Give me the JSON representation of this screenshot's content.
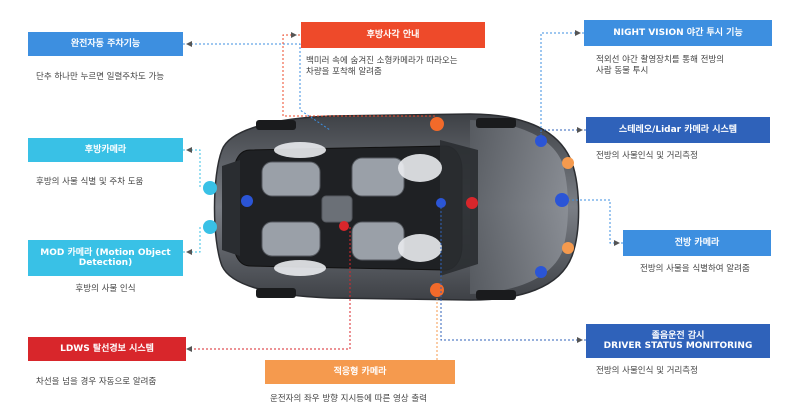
{
  "features": {
    "auto_parking": {
      "label": "완전자동 주차기능",
      "desc": "단추 하나만 누르면 일렬주차도 가능"
    },
    "rear_camera": {
      "label": "후방카메라",
      "desc": "후방의 사물 식별 및 주차 도움"
    },
    "mod_camera": {
      "label": "MOD 카메라 (Motion Object\nDetection)",
      "desc": "후방의 사물 인식"
    },
    "ldws": {
      "label": "LDWS 탈선경보 시스템",
      "desc": "차선을 넘을 경우 자동으로 알려줌"
    },
    "rear_blindspot": {
      "label": "후방사각 안내",
      "desc": "백미러 속에 숨겨진 소형카메라가 따라오는\n차량을 포착해 알려줌"
    },
    "adaptive_camera": {
      "label": "적응형 카메라",
      "desc": "운전자의 좌우 방향 지시등에 따른 영상 출력"
    },
    "night_vision": {
      "label": "NIGHT VISION 야간 투시 기능",
      "desc": "적외선 야간 촬영장치를 통해 전방의\n사람 동물 투시"
    },
    "stereo_lidar": {
      "label": "스테레오/Lidar 카메라 시스템",
      "desc": "전방의 사물인식 및 거리측정"
    },
    "front_camera": {
      "label": "전방 카메라",
      "desc": "전방의 사물을 식별하여 알려줌"
    },
    "driver_monitoring": {
      "label": "졸음운전 감시\nDRIVER STATUS MONITORING",
      "desc": "전방의 사물인식 및 거리측정"
    }
  },
  "colors": {
    "blue": "#3d8fe0",
    "cyan": "#39c1e6",
    "red": "#d8262b",
    "orange": "#f59a4e",
    "orange_red": "#ee4a2a",
    "navy": "#2f62ba",
    "car_body": "#5d6066",
    "sensor_blue": "#2b55d6",
    "sensor_orange": "#f26a2a"
  }
}
